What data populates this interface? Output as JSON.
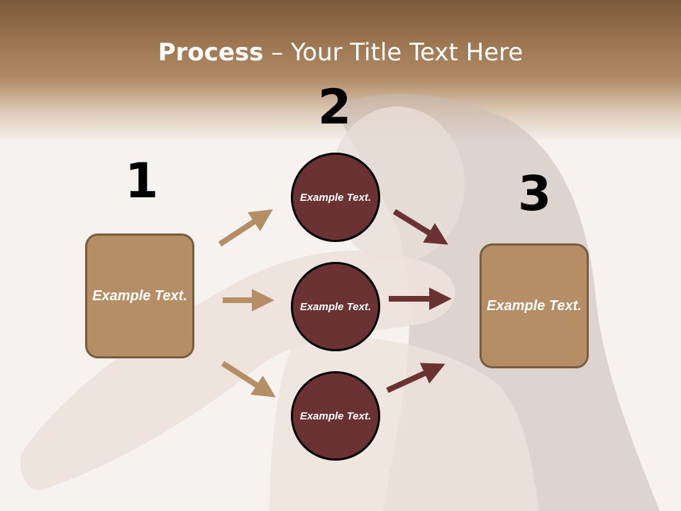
{
  "title": {
    "strong": "Process",
    "rest": " – Your Title Text Here"
  },
  "step_numbers": [
    "1",
    "2",
    "3"
  ],
  "left_box": {
    "text": "Example Text."
  },
  "right_box": {
    "text": "Example Text."
  },
  "circles": [
    {
      "text": "Example Text."
    },
    {
      "text": "Example Text."
    },
    {
      "text": "Example Text."
    }
  ],
  "colors": {
    "box_fill": "#b58e66",
    "circle_fill": "#6a3232",
    "tan_arrow": "#b58e66",
    "dark_arrow": "#6a3232",
    "header_band": "#9c7650"
  }
}
